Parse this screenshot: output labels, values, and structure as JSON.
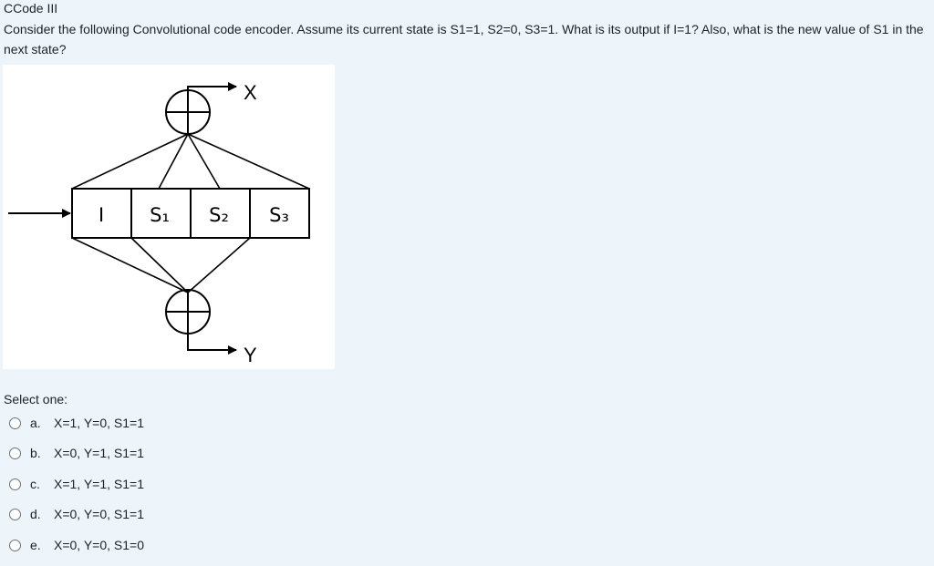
{
  "question": {
    "title": "CCode III",
    "text": "Consider the following Convolutional code encoder.   Assume its current state is S1=1, S2=0, S3=1.  What is its output if I=1?  Also, what is the new value of S1 in the next state?"
  },
  "diagram": {
    "input_label": "I",
    "register_labels": [
      "S₁",
      "S₂",
      "S₃"
    ],
    "output_top_label": "X",
    "output_bottom_label": "Y"
  },
  "prompt": "Select one:",
  "options": [
    {
      "letter": "a.",
      "text": "X=1, Y=0, S1=1"
    },
    {
      "letter": "b.",
      "text": "X=0, Y=1, S1=1"
    },
    {
      "letter": "c.",
      "text": "X=1, Y=1, S1=1"
    },
    {
      "letter": "d.",
      "text": "X=0, Y=0, S1=1"
    },
    {
      "letter": "e.",
      "text": "X=0, Y=0, S1=0"
    }
  ]
}
